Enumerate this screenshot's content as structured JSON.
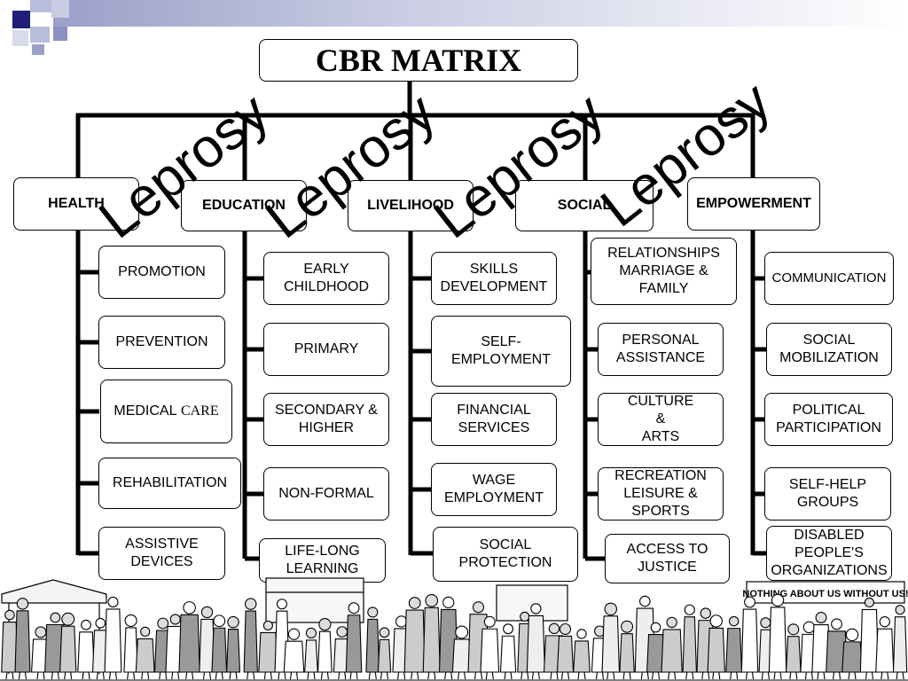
{
  "title": "CBR MATRIX",
  "watermark": "Leprosy",
  "columns": [
    {
      "heading": "HEALTH",
      "items": [
        "PROMOTION",
        "PREVENTION",
        "MEDICAL",
        "REHABILITATION",
        "ASSISTIVE\nDEVICES"
      ],
      "medical_suffix": "CARE"
    },
    {
      "heading": "EDUCATION",
      "items": [
        "EARLY\nCHILDHOOD",
        "PRIMARY",
        "SECONDARY &\nHIGHER",
        "NON-FORMAL",
        "LIFE-LONG\nLEARNING"
      ]
    },
    {
      "heading": "LIVELIHOOD",
      "items": [
        "SKILLS\nDEVELOPMENT",
        "SELF-\nEMPLOYMENT",
        "FINANCIAL\nSERVICES",
        "WAGE\nEMPLOYMENT",
        "SOCIAL\nPROTECTION"
      ]
    },
    {
      "heading": "SOCIAL",
      "items": [
        "RELATIONSHIPS\nMARRIAGE &\nFAMILY",
        "PERSONAL\nASSISTANCE",
        "CULTURE\n&\nARTS",
        "RECREATION\nLEISURE  &\nSPORTS",
        "ACCESS TO\nJUSTICE"
      ]
    },
    {
      "heading": "EMPOWERMENT",
      "items": [
        "COMMUNICATION",
        "SOCIAL\nMOBILIZATION",
        "POLITICAL\nPARTICIPATION",
        "SELF-HELP\nGROUPS",
        "DISABLED\nPEOPLE'S\nORGANIZATIONS"
      ]
    }
  ],
  "banner_text": "NOTHING ABOUT US WITHOUT US!",
  "colors": {
    "accent": "#1f1f7a",
    "line": "#000000"
  }
}
